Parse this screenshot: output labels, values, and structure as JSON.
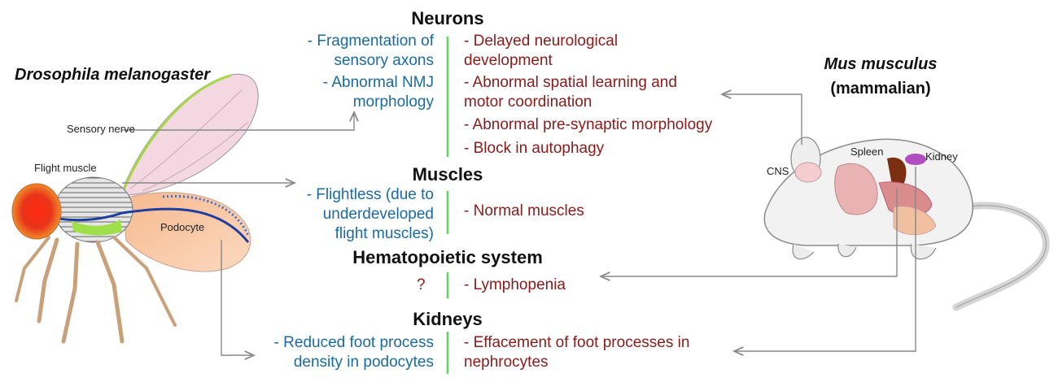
{
  "organisms": {
    "fly": "Drosophila melanogaster",
    "mouse": "Mus musculus",
    "mouse_sub": "(mammalian)"
  },
  "fly_labels": {
    "sensory_nerve": "Sensory nerve",
    "flight_muscle": "Flight muscle",
    "podocyte": "Podocyte"
  },
  "mouse_labels": {
    "cns": "CNS",
    "spleen": "Spleen",
    "kidney": "Kidney"
  },
  "sections": {
    "neurons": {
      "title": "Neurons",
      "fly": [
        "- Fragmentation of\nsensory axons",
        "- Abnormal NMJ\nmorphology"
      ],
      "mouse": [
        "- Delayed neurological\ndevelopment",
        "- Abnormal spatial learning and\nmotor coordination",
        "- Abnormal pre-synaptic morphology",
        "- Block in autophagy"
      ]
    },
    "muscles": {
      "title": "Muscles",
      "fly": [
        "- Flightless (due to\nunderdeveloped\nflight muscles)"
      ],
      "mouse": [
        "- Normal muscles"
      ]
    },
    "hematopoietic": {
      "title": "Hematopoietic system",
      "fly": [
        "?"
      ],
      "mouse": [
        "- Lymphopenia"
      ]
    },
    "kidneys": {
      "title": "Kidneys",
      "fly": [
        "- Reduced foot process\ndensity in podocytes"
      ],
      "mouse": [
        "- Effacement of foot processes in\nnephrocytes"
      ]
    }
  },
  "colors": {
    "fly_text": "#1a6aa3",
    "mouse_text": "#8b1a1a",
    "divider": "#5fd45f",
    "arrow": "#888888"
  }
}
